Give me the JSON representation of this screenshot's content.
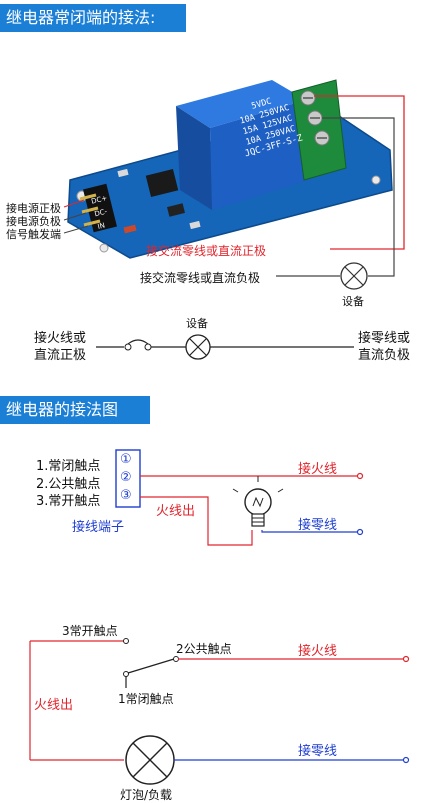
{
  "section1": {
    "title": "继电器常闭端的接法:",
    "module": {
      "line1": "5VDC",
      "line2": "10A 250VAC",
      "line3": "15A 125VAC",
      "line4": "10A 250VAC",
      "line5": "JQC-3FF-S-Z",
      "pin_dc_plus": "DC+",
      "pin_dc_minus": "DC-",
      "pin_in": "IN"
    },
    "label_dc_pos": "接电源正极",
    "label_dc_neg": "接电源负极",
    "label_signal": "信号触发端",
    "label_ac_neutral_dc_pos": "接交流零线或直流正极",
    "label_ac_neutral_dc_neg": "接交流零线或直流负极",
    "label_device": "设备",
    "simple": {
      "left_line1": "接火线或",
      "left_line2": "直流正极",
      "device": "设备",
      "right_line1": "接零线或",
      "right_line2": "直流负极"
    }
  },
  "section2": {
    "title": "继电器的接法图",
    "nc": "1.常闭触点",
    "com": "2.公共触点",
    "no": "3.常开触点",
    "num1": "①",
    "num2": "②",
    "num3": "③",
    "terminal": "接线端子",
    "live_out": "火线出",
    "live": "接火线",
    "neutral": "接零线"
  },
  "section3": {
    "no": "3常开触点",
    "com": "2公共触点",
    "nc": "1常闭触点",
    "live": "接火线",
    "live_out": "火线出",
    "neutral": "接零线",
    "load": "灯泡/负载"
  },
  "colors": {
    "banner": "#1b7fd6",
    "red": "#e0262d",
    "blue": "#1f3fd0",
    "relay_blue": "#1e5fc4",
    "pcb_blue": "#1565b8",
    "terminal_green": "#1e8a3c"
  }
}
